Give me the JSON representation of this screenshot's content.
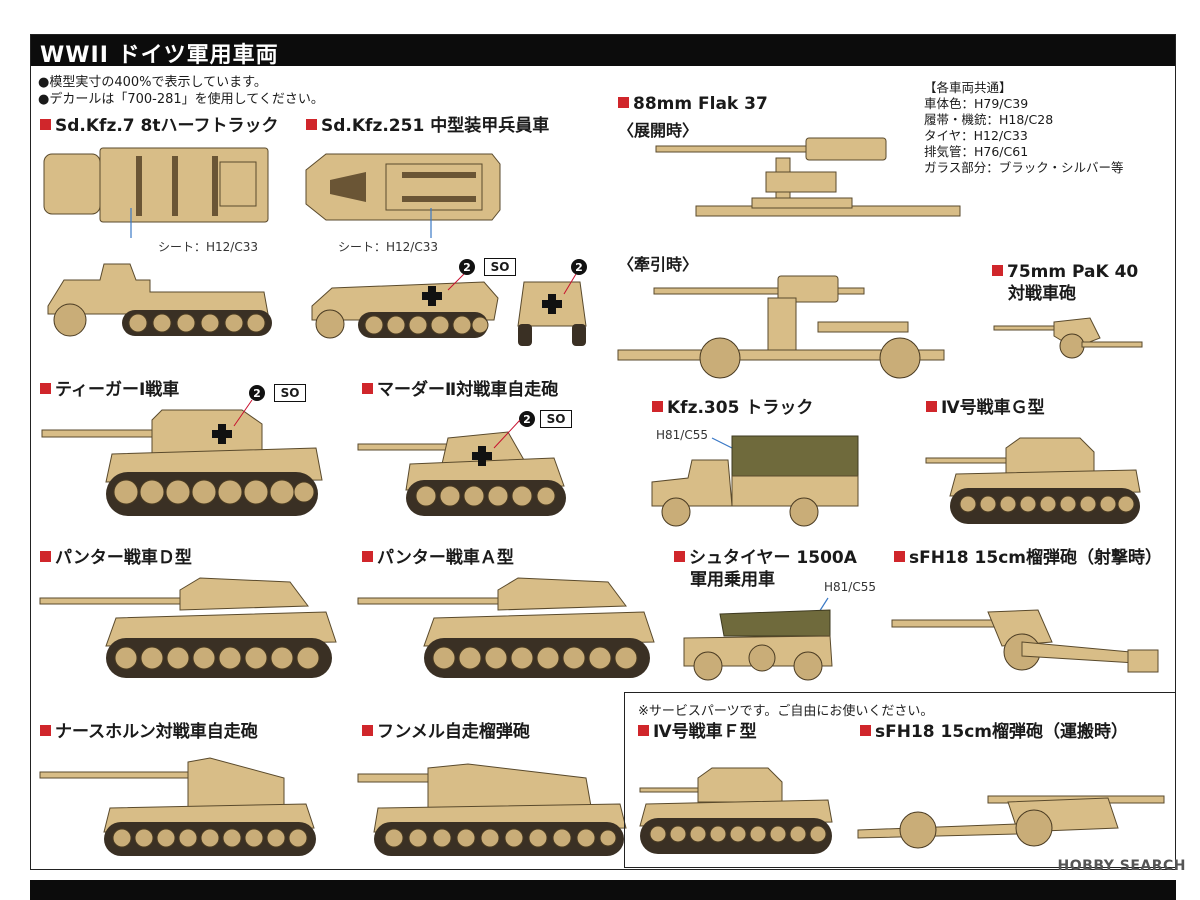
{
  "header": {
    "title": "WWII ドイツ軍用車両"
  },
  "notes": [
    "●模型実寸の400%で表示しています。",
    "●デカールは「700-281」を使用してください。"
  ],
  "common_colors": {
    "heading": "【各車両共通】",
    "lines": [
      "車体色：H79/C39",
      "履帯・機銃：H18/C28",
      "タイヤ：H12/C33",
      "排気管：H76/C61",
      "ガラス部分：ブラック・シルバー等"
    ]
  },
  "vehicles": {
    "sdkfz7": {
      "title": "Sd.Kfz.7 8tハーフトラック",
      "callout": "シート：H12/C33"
    },
    "sdkfz251": {
      "title": "Sd.Kfz.251 中型装甲兵員車",
      "callout": "シート：H12/C33"
    },
    "flak37": {
      "title": "88mm Flak 37",
      "deployed": "〈展開時〉",
      "towed": "〈牽引時〉"
    },
    "pak40": {
      "title": "75mm PaK 40",
      "subtitle": "対戦車砲"
    },
    "tiger": {
      "title": "ティーガーⅠ戦車"
    },
    "marder": {
      "title": "マーダーⅡ対戦車自走砲"
    },
    "kfz305": {
      "title": "Kfz.305 トラック",
      "callout": "H81/C55"
    },
    "pz4g": {
      "title": "Ⅳ号戦車Ｇ型"
    },
    "pantherD": {
      "title": "パンター戦車Ｄ型"
    },
    "pantherA": {
      "title": "パンター戦車Ａ型"
    },
    "steyr": {
      "title": "シュタイヤー 1500A",
      "subtitle": "軍用乗用車",
      "callout": "H81/C55"
    },
    "sfh18fire": {
      "title": "sFH18 15cm榴弾砲（射撃時）"
    },
    "nashorn": {
      "title": "ナースホルン対戦車自走砲"
    },
    "hummel": {
      "title": "フンメル自走榴弾砲"
    }
  },
  "service": {
    "note": "※サービスパーツです。ご自由にお使いください。",
    "pz4f": {
      "title": "Ⅳ号戦車Ｆ型"
    },
    "sfh18tow": {
      "title": "sFH18 15cm榴弾砲（運搬時）"
    }
  },
  "decals": {
    "number": "2",
    "so": "SO"
  },
  "watermark": "HOBBY SEARCH",
  "colors": {
    "header_bg": "#0c0c0c",
    "accent_square": "#d0262b",
    "body_color": "#d8bd87"
  }
}
